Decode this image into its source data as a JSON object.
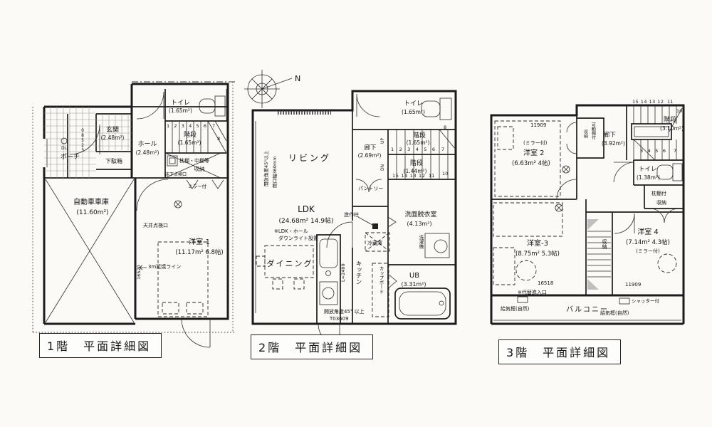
{
  "page": {
    "background": "#fbfaf7",
    "ink": "#1c1c1c"
  },
  "compass": {
    "north": "N"
  },
  "floor1": {
    "title": "1階　平面詳細図",
    "toilet": "トイレ",
    "toilet_area": "(1.65m²)",
    "stairs": "階段",
    "stairs_area": "(1.65m²)",
    "steps": "1 2 3 4 5 6",
    "step7": "7",
    "step8": "8",
    "hall": "ホール",
    "hall_area": "(2.48m²)",
    "entrance": "玄関",
    "entrance_area": "(2.48m²)",
    "porch": "ポーチ",
    "shoe_cabinet": "下駄箱",
    "door_code": "08523",
    "downlight": "DL",
    "storage1": "枕棚・中棚等",
    "storage2": "収納",
    "underfloor_hatch": "床下点検口",
    "mirror": "ミラー付",
    "garage": "自動車車庫",
    "garage_area": "(11.60m²)",
    "ceiling_hatch": "天井点検口",
    "room1": "洋室-1",
    "room1_area": "(11.17m² 6.8帖)",
    "fire_line": "3m延焼ライン",
    "dim1": "16520"
  },
  "floor2": {
    "title": "2階　平面詳細図",
    "toilet": "トイレ",
    "toilet_area": "(1.65m²)",
    "stairs_up": "階段",
    "stairs_up_area": "(1.65m²)",
    "steps_up": "1 2 3 4 5 6",
    "step7": "7",
    "step8": "8",
    "up": "UP",
    "stairs_dn": "階段",
    "stairs_dn_area": "(1.44m²)",
    "steps_dn": "15 14 13 12",
    "step11": "11",
    "step10": "10",
    "dn": "DN",
    "corridor": "廊下",
    "corridor_area": "(2.69m²)",
    "living": "リビング",
    "ldk": "LDK",
    "ldk_area": "(24.68m² 14.9帖)",
    "note1": "※LDK・ホール",
    "note2": "ダウンライト設置",
    "dining": "ダイニング",
    "pillar": "造作柱",
    "pantry": "パントリー",
    "washroom": "洗面脱衣室",
    "washroom_area": "(4.13m²)",
    "fridge": "冷蔵庫",
    "washer": "洗濯機",
    "kitchen": "キッチン",
    "cupboard": "カップボード",
    "ub": "UB",
    "ub_area": "(3.31m²)",
    "counter_len": "L=2400",
    "open_angle_side": "開放角度45°以上",
    "open_width_side": "開口幅360mm",
    "open_angle_bottom": "開放角度45° 以上",
    "sash_code": "T03609"
  },
  "floor3": {
    "title": "3階　平面詳細図",
    "dim_top": "11909",
    "room2": "洋室 2",
    "room2_area": "(6.63m² 4帖)",
    "room2_mirror": "(ミラー付)",
    "closet_a1": "可動棚付",
    "closet_a2": "収納",
    "corridor": "廊下",
    "corridor_area": "(3.92m²)",
    "stairs": "階段",
    "stairs_area": "(3.10m²)",
    "steps_top": "15 14 13 12",
    "step11": "11",
    "step10": "10",
    "steps_bottom": "3 4 5 6",
    "step7": "7",
    "toilet": "トイレ",
    "toilet_area": "(1.38m²)",
    "closet_b1": "枕棚付",
    "closet_b2": "収納",
    "room3": "洋室-3",
    "room3_area": "(8.75m² 5.3帖)",
    "storage_mid": "収納",
    "room4": "洋室 4",
    "room4_area": "(7.14m² 4.3帖)",
    "room4_mirror": "(ミラー付)",
    "dim_left": "16518",
    "dim_right": "11909",
    "alt_entry": "※代替進入口",
    "balcony": "バルコニー",
    "air1": "給気框(自然)",
    "air2": "給気框(自然)",
    "shutter": "シャッター付"
  }
}
